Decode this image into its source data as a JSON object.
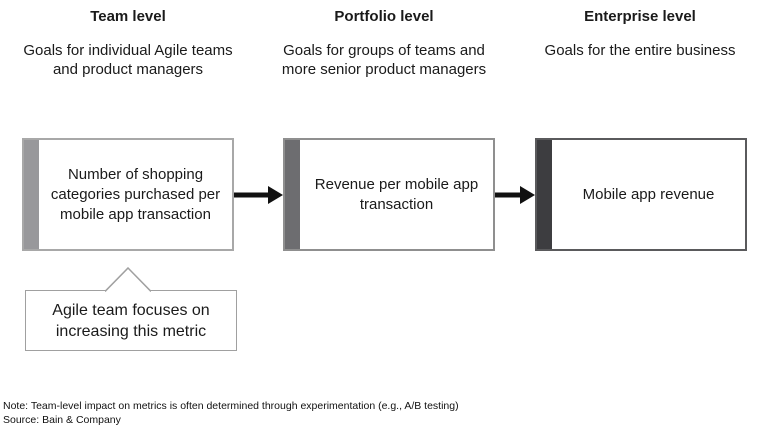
{
  "colors": {
    "background": "#ffffff",
    "arrow": "#111111",
    "callout_border": "#a0a0a0",
    "text": "#1a1a1a"
  },
  "columns": [
    {
      "title": "Team level",
      "description": "Goals for individual Agile teams and product managers",
      "box_label": "Number of shopping categories purchased per mobile app transaction",
      "bar_color": "#98989b",
      "border_color": "#a8a8a8"
    },
    {
      "title": "Portfolio level",
      "description": "Goals for groups of teams and more senior product managers",
      "box_label": "Revenue per mobile app transaction",
      "bar_color": "#6d6d70",
      "border_color": "#8f8f8f"
    },
    {
      "title": "Enterprise level",
      "description": "Goals for the entire business",
      "box_label": "Mobile app revenue",
      "bar_color": "#3d3d40",
      "border_color": "#5a5a5c"
    }
  ],
  "callout": {
    "text": "Agile team focuses on increasing this metric"
  },
  "footer": {
    "note": "Note: Team-level impact on metrics is often determined through experimentation (e.g., A/B testing)",
    "source": "Source: Bain & Company"
  }
}
